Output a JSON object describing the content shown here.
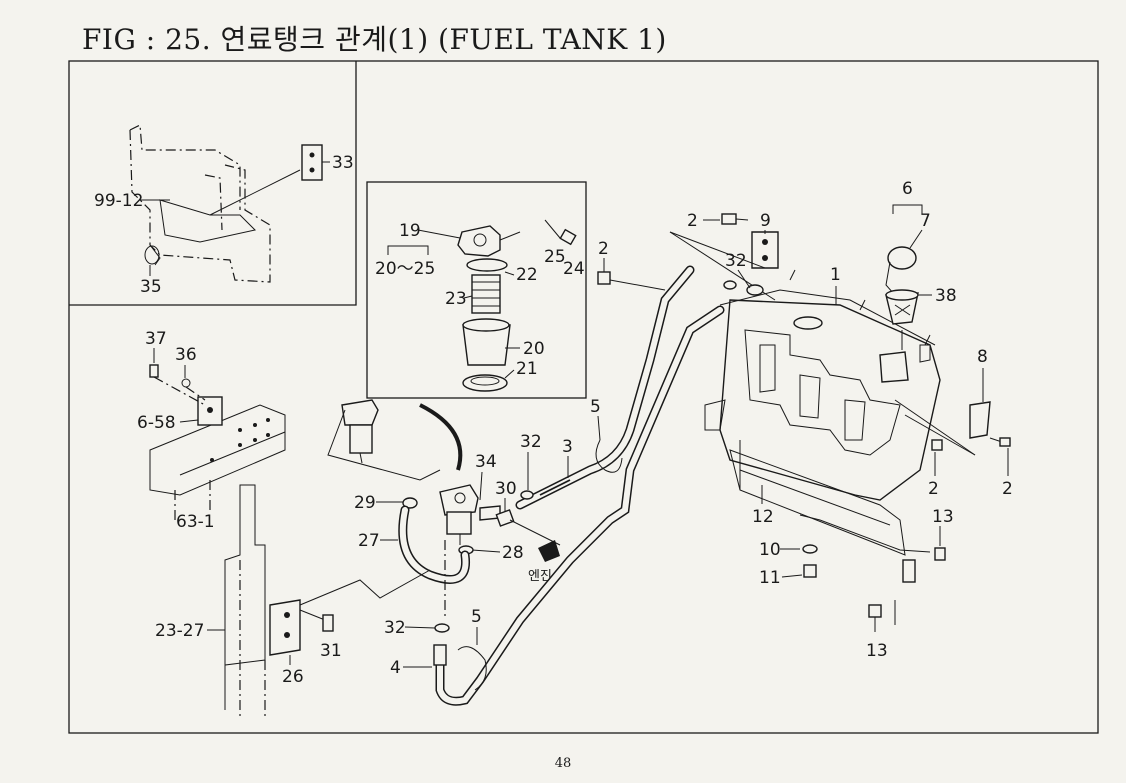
{
  "title": "FIG : 25. 연료탱크 관계(1) (FUEL TANK 1)",
  "page_number": "48",
  "inset_labels": {
    "frame": [
      "99-12",
      "33",
      "35"
    ],
    "filter": [
      "19",
      "20～25",
      "22",
      "23",
      "20",
      "21",
      "25",
      "24"
    ]
  },
  "labels": {
    "p2a": "2",
    "p9": "9",
    "p32a": "32",
    "p2b": "2",
    "p6": "6",
    "p7": "7",
    "p1": "1",
    "p38": "38",
    "p8": "8",
    "p2c": "2",
    "p2d": "2",
    "p37": "37",
    "p36": "36",
    "p658": "6-58",
    "p631": "63-1",
    "p5a": "5",
    "p32b": "32",
    "p3": "3",
    "p34": "34",
    "p30": "30",
    "p29": "29",
    "p27": "27",
    "p28": "28",
    "p2327": "23-27",
    "p31": "31",
    "p26": "26",
    "p32c": "32",
    "p5b": "5",
    "p4": "4",
    "p12": "12",
    "p13a": "13",
    "p10": "10",
    "p11": "11",
    "p13b": "13"
  },
  "engine_label": "엔진",
  "icons": [
    "fuel-filter-icon",
    "fuel-tank-icon",
    "fuel-cap-icon",
    "hose-icon",
    "bracket-icon",
    "bolt-icon"
  ]
}
